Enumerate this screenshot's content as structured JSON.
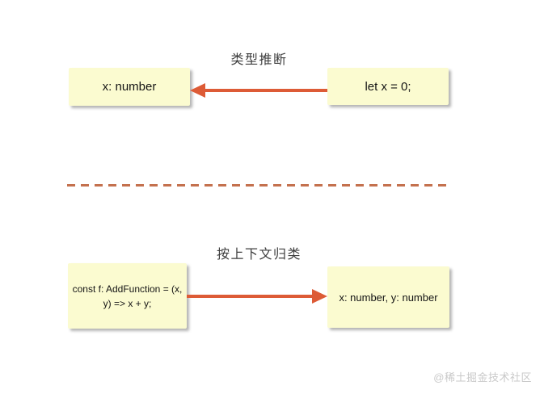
{
  "diagram": {
    "sections": {
      "top": {
        "title": "类型推断",
        "result_box": "x: number",
        "source_box": "let x = 0;",
        "arrow_direction": "right-to-left"
      },
      "bottom": {
        "title": "按上下文归类",
        "source_box_line1": "const f: AddFunction = (x,",
        "source_box_line2": "y) => x + y;",
        "result_box": "x: number, y: number",
        "arrow_direction": "left-to-right"
      }
    }
  },
  "watermark": {
    "text": "@稀土掘金技术社区"
  },
  "colors": {
    "background": "#FFFFFF",
    "note_box_fill": "#FBFBD0",
    "arrow": "#DD5B36",
    "dashed_divider": "#C4714E",
    "title_text": "#3D3D3D",
    "box_text": "#141414",
    "watermark_text": "#C9C9C9"
  }
}
